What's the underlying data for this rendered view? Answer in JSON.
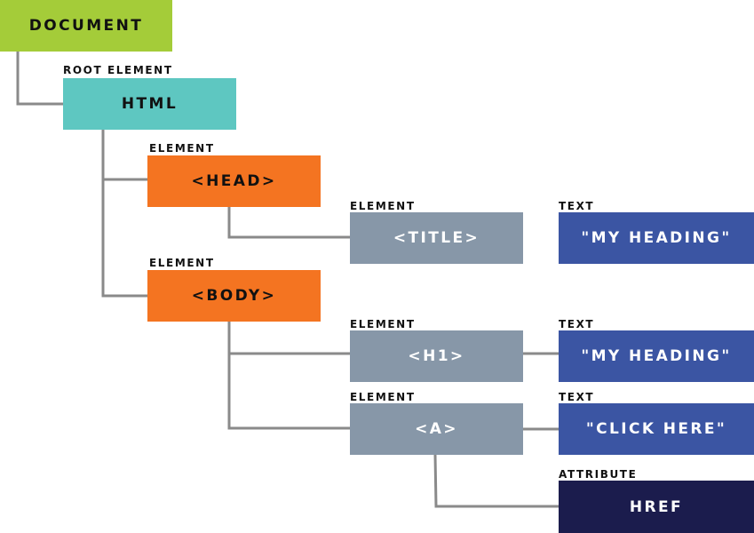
{
  "colors": {
    "document": "#a4cc39",
    "html": "#5ec7c1",
    "element_orange": "#f47421",
    "element_gray": "#8797a8",
    "text_blue": "#3b55a3",
    "attribute_navy": "#1b1c4d",
    "connector": "#8a8a8a"
  },
  "nodes": {
    "document": {
      "text": "DOCUMENT"
    },
    "html": {
      "label": "ROOT ELEMENT",
      "text": "HTML"
    },
    "head": {
      "label": "ELEMENT",
      "text": "<HEAD>"
    },
    "title": {
      "label": "ELEMENT",
      "text": "<TITLE>"
    },
    "title_text": {
      "label": "TEXT",
      "text": "\"MY HEADING\""
    },
    "body": {
      "label": "ELEMENT",
      "text": "<BODY>"
    },
    "h1": {
      "label": "ELEMENT",
      "text": "<H1>"
    },
    "h1_text": {
      "label": "TEXT",
      "text": "\"MY HEADING\""
    },
    "a": {
      "label": "ELEMENT",
      "text": "<A>"
    },
    "a_text": {
      "label": "TEXT",
      "text": "\"CLICK HERE\""
    },
    "href": {
      "label": "ATTRIBUTE",
      "text": "HREF"
    }
  }
}
